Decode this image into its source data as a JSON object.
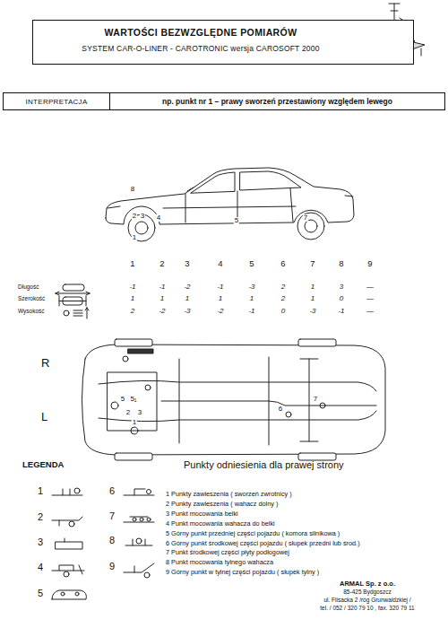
{
  "diagram": {
    "title": "WARTOŚCI BEZWZGLĘDNE POMIARÓW",
    "nodes": [
      {
        "text": [
          "SYSTEM CAR-O-LINER - CAROTRONIC wersja CAROSOFT 2000"
        ]
      },
      {
        "text": [
          "INTERPRETACJA"
        ]
      },
      {
        "text": [
          "np. punkt nr 1 – prawy sworzeń przestawiony względem lewego"
        ]
      }
    ],
    "labels": [
      "8",
      "2",
      "3",
      "4",
      "1",
      "5",
      "7",
      "1",
      "2",
      "3",
      "4",
      "5",
      "6",
      "7",
      "8",
      "9",
      "Długość",
      "Szerokość",
      "Wysokość",
      "-1",
      "-1",
      "-2",
      "-1",
      "-3",
      "2",
      "1",
      "3",
      "—",
      "1",
      "1",
      "1",
      "1",
      "1",
      "2",
      "1",
      "0",
      "—",
      "2",
      "-2",
      "-3",
      "-2",
      "-1",
      "0",
      "-3",
      "-1",
      "—",
      "R",
      "L",
      "5",
      "5₁",
      "7",
      "6",
      "2",
      "3",
      "1",
      "LEGENDA",
      "Punkty odniesienia dla prawej strony",
      "1",
      "2",
      "3",
      "4",
      "5",
      "6",
      "7",
      "8",
      "9",
      "ARMAL Sp. z o.o.",
      "85-425 Bydgoszcz",
      "ul. Flisacka 2 /róg Grunwaldzkiej /",
      "tel. / 052 / 320 79 10 , fax. 320 79 11"
    ],
    "legend": [
      {
        "text": "1 Punkty zawieszenia ( sworzeń zwrotnicy )"
      },
      {
        "text": "2 Punkty zawieszenia ( wahacz dolny )"
      },
      {
        "text": "3 Punkt mocowania belki"
      },
      {
        "text": "4 Punkt mocowania wahacza do belki"
      },
      {
        "text": "5 Górny punkt przedniej części pojazdu ( komora silnikowa )"
      },
      {
        "text": "6 Górny punkt środkowej części pojazdu ( słupek przedni lub środ.)"
      },
      {
        "text": "7 Punkt środkowej części płyty podłogowej"
      },
      {
        "text": "8 Punkt mocowania tylnego wahacza"
      },
      {
        "text": "9 Górny punkt w tylnej części pojazdu ( słupek tylny )"
      }
    ]
  }
}
